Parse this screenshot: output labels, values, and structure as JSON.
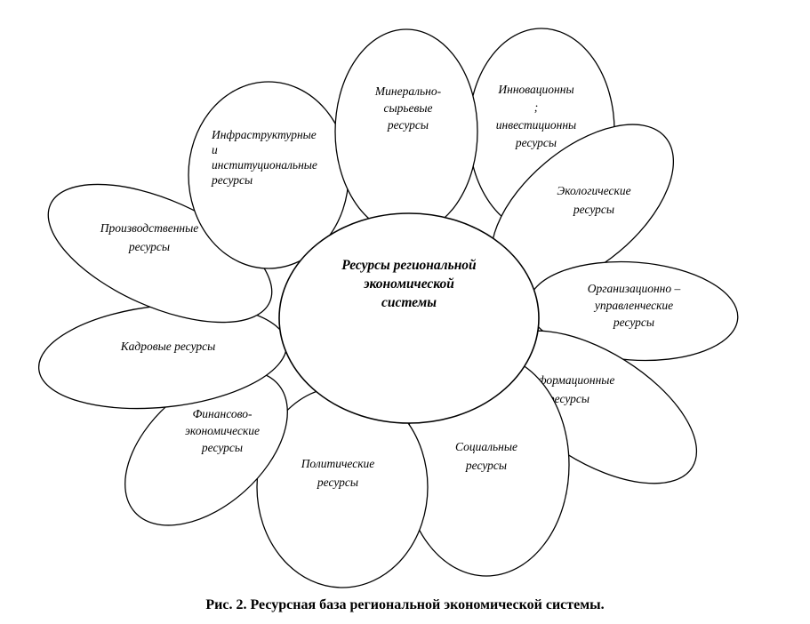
{
  "diagram": {
    "center": {
      "label": "Ресурсы региональной экономической системы",
      "lines": [
        "Ресурсы региональной",
        "экономической",
        "системы"
      ]
    },
    "petals": [
      {
        "id": "innovation",
        "lines": [
          "Инновационны",
          ";",
          "инвестиционны",
          "ресурсы"
        ]
      },
      {
        "id": "ecological",
        "lines": [
          "Экологические",
          "ресурсы"
        ]
      },
      {
        "id": "organizational",
        "lines": [
          "Организационно –",
          "управленческие",
          "ресурсы"
        ]
      },
      {
        "id": "informational",
        "lines": [
          "Информационные",
          "ресурсы"
        ]
      },
      {
        "id": "social",
        "lines": [
          "Социальные",
          "ресурсы"
        ]
      },
      {
        "id": "political",
        "lines": [
          "Политические",
          "ресурсы"
        ]
      },
      {
        "id": "financial",
        "lines": [
          "Финансово-",
          "экономические",
          "ресурсы"
        ]
      },
      {
        "id": "personnel",
        "lines": [
          "Кадровые ресурсы"
        ]
      },
      {
        "id": "production",
        "lines": [
          "Производственные",
          "ресурсы"
        ]
      },
      {
        "id": "infrastructure",
        "lines": [
          "Инфраструктурные",
          "и",
          "институциональные",
          "ресурсы"
        ]
      },
      {
        "id": "mineral",
        "lines": [
          "Минерально-",
          "сырьевые",
          "ресурсы"
        ]
      }
    ]
  },
  "caption": "Рис. 2. Ресурсная база региональной экономической системы."
}
